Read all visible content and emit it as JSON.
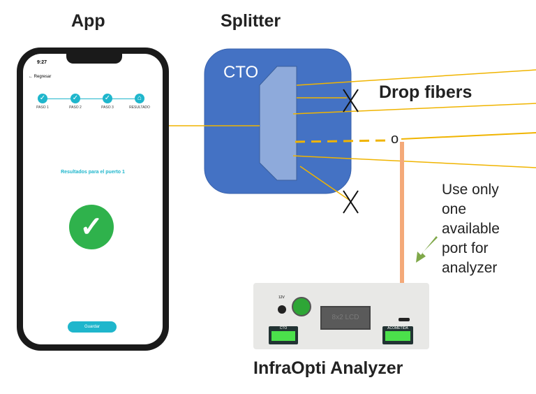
{
  "labels": {
    "app": "App",
    "splitter": "Splitter",
    "drop_fibers": "Drop fibers",
    "analyzer": "InfraOpti Analyzer",
    "note": "Use only one available port for analyzer",
    "cto": "CTO",
    "port_marker": "o"
  },
  "phone": {
    "time": "9:27",
    "back": "← Regresar",
    "steps": [
      "PASO 1",
      "PASO 2",
      "PASO 3",
      "RESULTADO"
    ],
    "result_text": "Resultados para el puerto 1",
    "save_button": "Guardar"
  },
  "device": {
    "power_label": "12V",
    "lcd": "8x2 LCD",
    "port_left": "CTO",
    "port_right": "ACOMETIDA"
  },
  "colors": {
    "cto_box": "#4472c4",
    "splitter": "#8eaadb",
    "fiber": "#f0b400",
    "analyzer_cable": "#f4a979",
    "success": "#2fb24c",
    "accent": "#1fb6cc"
  }
}
